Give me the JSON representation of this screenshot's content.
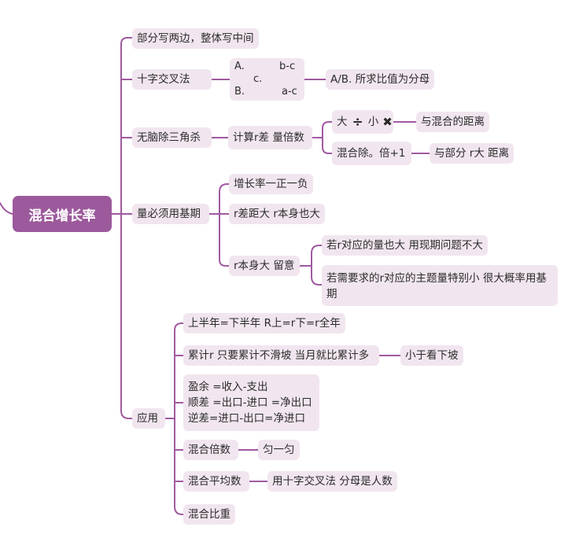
{
  "root": "混合增长率",
  "branch1": "部分写两边，整体写中间",
  "branch2": {
    "label": "十字交叉法",
    "cross": {
      "a": "A.",
      "b_minus_c": "b-c",
      "c": "c.",
      "b": "B.",
      "a_minus_c": "a-c"
    },
    "result": "A/B.  所求比值为分母"
  },
  "branch3": {
    "label": "无脑除三角杀",
    "step": "计算r差 量倍数",
    "rule1": {
      "big": "大",
      "small": "小",
      "next": "与混合的距离"
    },
    "rule2": {
      "label": "混合除。倍+1",
      "next": "与部分 r大 距离"
    }
  },
  "branch4": {
    "label": "量必须用基期",
    "items": [
      "增长率一正一负",
      "r差距大  r本身也大"
    ],
    "item3": "r本身大 留意",
    "subs": [
      "若r对应的量也大 用现期问题不大",
      "若需要求的r对应的主题量特别小 很大概率用基期"
    ]
  },
  "branch5": {
    "label": "应用",
    "half": "上半年=下半年    R上=r下=r全年",
    "cumulative": "累计r 只要累计不滑坡 当月就比累计多",
    "cumulative_note": "小于看下坡",
    "surplus": [
      "盈余 =收入-支出",
      "顺差 =出口-进口  =净出口",
      "逆差=进口-出口=净进口"
    ],
    "multiple": "混合倍数",
    "multiple_note": "匀一匀",
    "average": "混合平均数",
    "average_note": "用十字交叉法 分母是人数",
    "proportion": "混合比重"
  },
  "colors": {
    "line": "#a05aa0",
    "node_bg": "#f1e6ef",
    "root_bg": "#9c5a9c"
  }
}
